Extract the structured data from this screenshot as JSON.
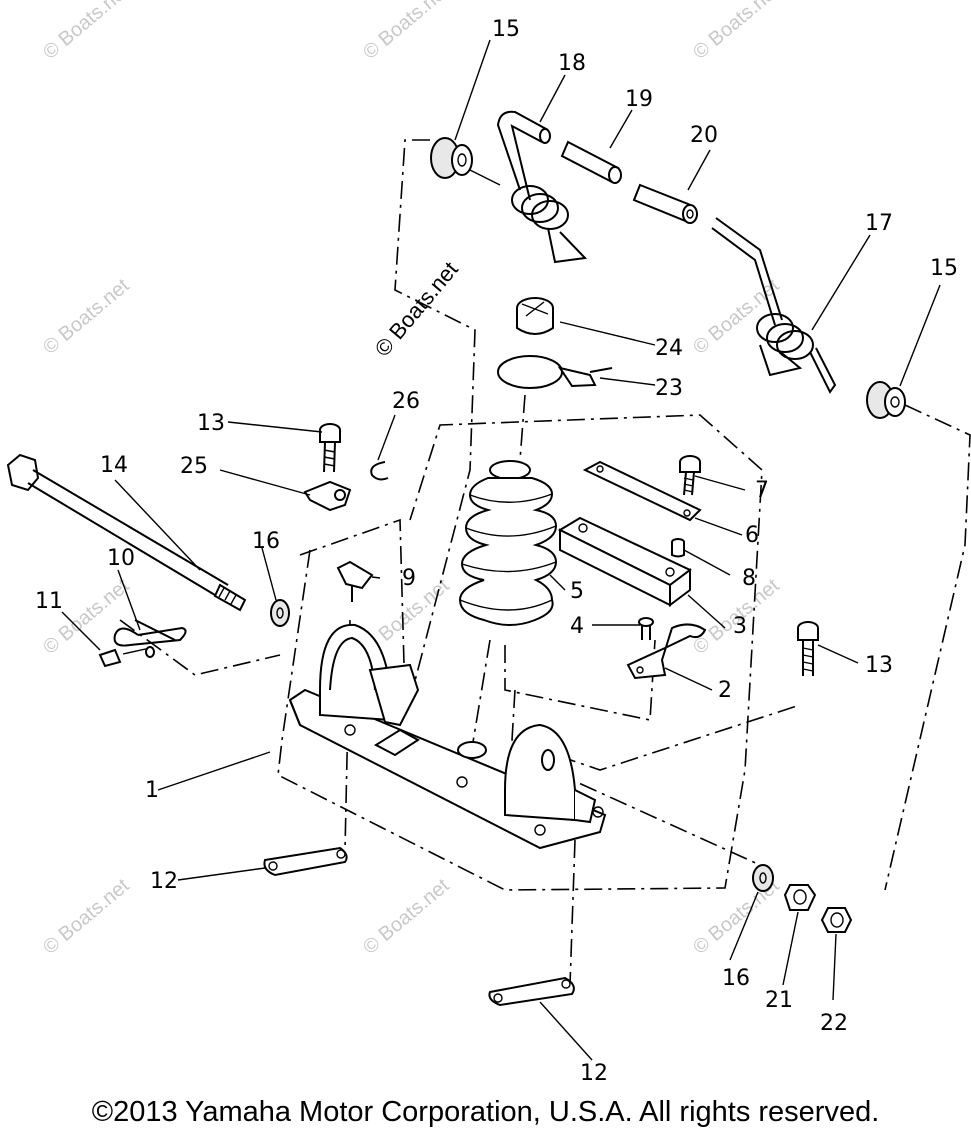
{
  "watermark": "© Boats.net",
  "copyright": "©2013 Yamaha Motor Corporation, U.S.A. All rights reserved.",
  "callouts": {
    "c1": "1",
    "c2": "2",
    "c3": "3",
    "c4": "4",
    "c5": "5",
    "c6": "6",
    "c7": "7",
    "c8": "8",
    "c9": "9",
    "c10": "10",
    "c11": "11",
    "c12a": "12",
    "c12b": "12",
    "c13a": "13",
    "c13b": "13",
    "c14": "14",
    "c15a": "15",
    "c15b": "15",
    "c16a": "16",
    "c16b": "16",
    "c17": "17",
    "c18": "18",
    "c19": "19",
    "c20": "20",
    "c21": "21",
    "c22": "22",
    "c23": "23",
    "c24": "24",
    "c25": "25",
    "c26": "26"
  }
}
